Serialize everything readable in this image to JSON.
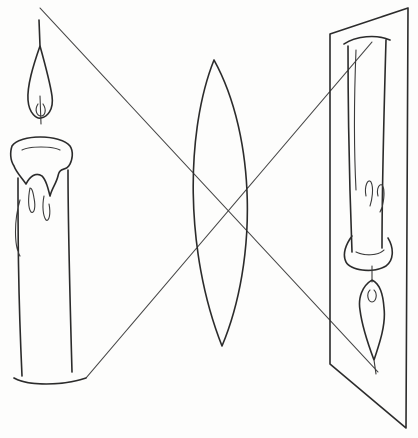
{
  "diagram": {
    "objects": [
      {
        "name": "candle",
        "orientation": "upright"
      },
      {
        "name": "convex-lens"
      },
      {
        "name": "screen"
      },
      {
        "name": "candle-image",
        "orientation": "inverted"
      }
    ],
    "colors": {
      "ink": "#2b2b2b",
      "background": "#fdfdfc"
    }
  }
}
